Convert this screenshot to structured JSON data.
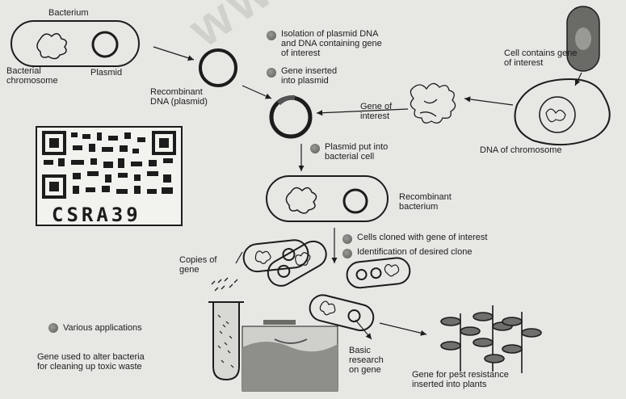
{
  "labels": {
    "bacterium": "Bacterium",
    "bacterial_chromosome": "Bacterial\nchromosome",
    "plasmid": "Plasmid",
    "recombinant_dna": "Recombinant\nDNA (plasmid)",
    "gene_of_interest": "Gene of\ninterest",
    "cell_containing_gene": "Cell contains gene\nof interest",
    "dna_of_chromosome": "DNA of chromosome",
    "recombinant_bacterium": "Recombinant\nbacterium",
    "copies_of_gene": "Copies of\ngene",
    "basic_research": "Basic\nresearch\non gene",
    "gene_toxic_waste": "Gene used to alter bacteria\nfor cleaning up toxic waste",
    "gene_pest_resistance": "Gene for pest resistance\ninserted into plants",
    "qr_code_text": "CSRA39",
    "watermark": "www"
  },
  "steps": [
    {
      "text": "Isolation of plasmid DNA\nand DNA containing gene\nof interest"
    },
    {
      "text": "Gene inserted\ninto plasmid"
    },
    {
      "text": "Plasmid put into\nbacterial cell"
    },
    {
      "text": "Cells cloned with gene of interest"
    },
    {
      "text": "Identification of desired clone"
    },
    {
      "text": "Various applications"
    }
  ],
  "colors": {
    "ink": "#1c1c1c",
    "background": "#e7e7e4",
    "bullet": "#6b6b68"
  }
}
